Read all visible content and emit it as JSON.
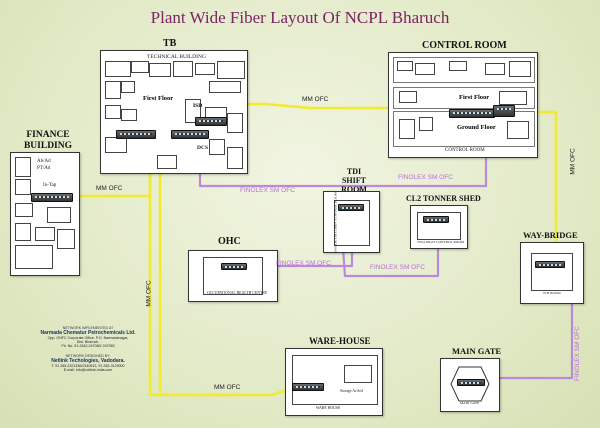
{
  "title": "Plant Wide Fiber Layout Of NCPL Bharuch",
  "buildings": {
    "tb": {
      "label": "TB",
      "heading": "TECHNICAL BUILDING",
      "floor": "First Floor",
      "isd": "ISD",
      "dcs": "DCS"
    },
    "control_room": {
      "label": "CONTROL ROOM",
      "floor1": "First Floor",
      "floor2": "Ground Floor",
      "footer": "CONTROL ROOM"
    },
    "finance": {
      "label": "FINANCE BUILDING",
      "room1": "Ab/Ad",
      "room2": "PT/Ad",
      "room3": "In-Tap"
    },
    "tdi": {
      "label": "TDI SHIFT ROOM",
      "caption": "INSIDE TDI LOBBY CONTROL ROOM"
    },
    "cl2": {
      "label": "CL2 TONNER SHED",
      "caption": "TWO DIGIT CONTROL ROOM"
    },
    "ohc": {
      "label": "OHC",
      "caption": "OCCUPATIONAL HEALTH CENTRE"
    },
    "weighbridge": {
      "label": "WAY-BRIDGE",
      "caption": "W.B ROOM"
    },
    "warehouse": {
      "label": "WARE-HOUSE",
      "caption": "WARE HOUSE",
      "note": "Storage Ar.Sed"
    },
    "maingate": {
      "label": "MAIN GATE",
      "caption": "MAIN GATE"
    }
  },
  "cables": {
    "mm_tb_cr": "MM OFC",
    "mm_finance": "MM OFC",
    "mm_vertical": "MM OFC",
    "mm_warehouse": "MM OFC",
    "mm_cr_vertical": "MM OFC",
    "sm_tdi": "FINOLEX SM OFC",
    "sm_cl2": "FINOLEX SM OFC",
    "sm_ohc": "FINOLEX SM OFC",
    "sm_cl2_b": "FINOLEX SM OFC",
    "sm_gate": "FINOLEX SM OFC"
  },
  "credits": {
    "impl_heading": "NETWORK IMPLEMENTED AT",
    "company": "Narmada Chematur Petrochemicals Ltd.",
    "address1": "Opp. GNFC Corporate Office, P.O. Narmadanagar,",
    "address2": "Dist. Bharuch.",
    "phone1": "Ph. No. 91-2642-247080/ 247083",
    "design_heading": "NETWORK DESIGNED BY:",
    "designer": "Netlink Techologies, Vadodara.",
    "phone2": "T. 91 265-2321336/2340513, 91 265-3129000",
    "email": "E-mail: info@netlink-india.com"
  },
  "colors": {
    "mm_fiber": "#f2ea2e",
    "sm_fiber": "#b98ad9",
    "title": "#7a2462"
  }
}
